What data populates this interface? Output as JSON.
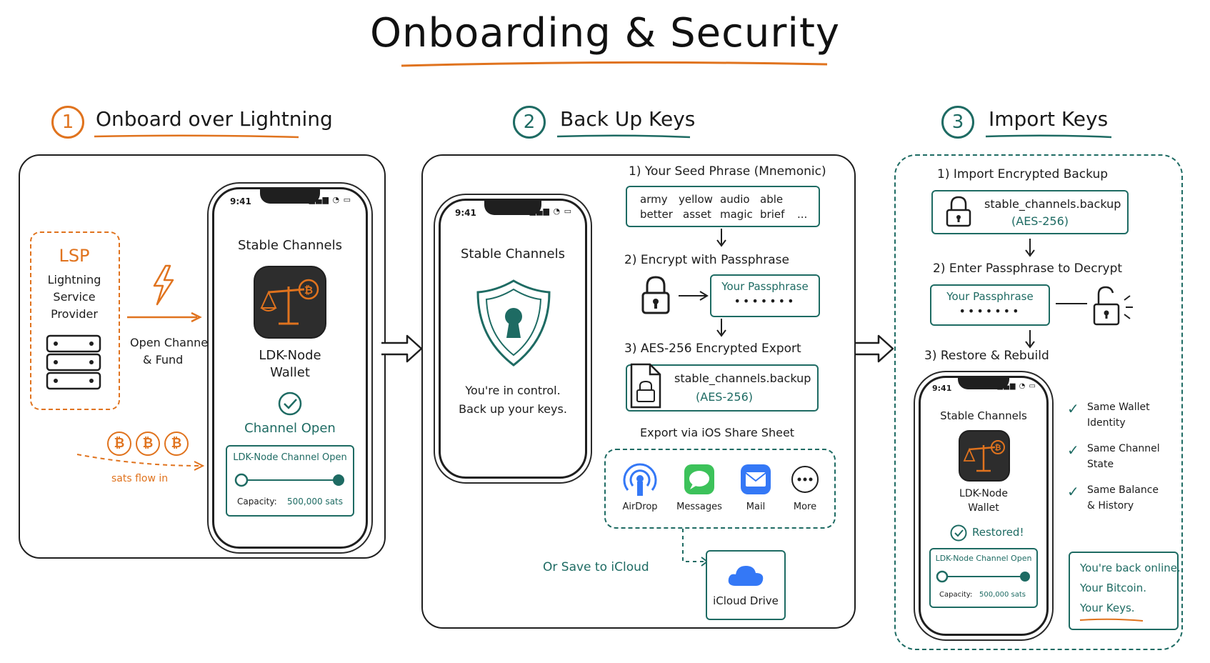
{
  "title": "Onboarding & Security",
  "colors": {
    "orange": "#e0731e",
    "teal": "#1e6b63",
    "ink": "#1c1c1c",
    "share_blue": "#3478f6",
    "share_green": "#3cc25a"
  },
  "sections": [
    {
      "number": "1",
      "title": "Onboard over Lightning"
    },
    {
      "number": "2",
      "title": "Back Up Keys"
    },
    {
      "number": "3",
      "title": "Import Keys"
    }
  ],
  "onboard": {
    "lsp_title": "LSP",
    "lsp_subtitle_1": "Lightning",
    "lsp_subtitle_2": "Service",
    "lsp_subtitle_3": "Provider",
    "open_channel_1": "Open Channel",
    "open_channel_2": "& Fund",
    "sats_flow": "sats flow in",
    "bitcoin_glyph": "₿",
    "phone": {
      "time": "9:41",
      "app_name": "Stable Channels",
      "wallet_line_1": "LDK-Node",
      "wallet_line_2": "Wallet",
      "status": "Channel Open",
      "card_title": "LDK-Node Channel Open",
      "capacity_label": "Capacity:",
      "capacity_value": "500,000 sats"
    }
  },
  "backup": {
    "phone": {
      "time": "9:41",
      "app_name": "Stable Channels",
      "message_1": "You're in control.",
      "message_2": "Back up your keys."
    },
    "step1": "1) Your Seed Phrase (Mnemonic)",
    "seed_words": [
      "army",
      "yellow",
      "audio",
      "able",
      "better",
      "asset",
      "magic",
      "brief",
      "..."
    ],
    "step2": "2) Encrypt with Passphrase",
    "passphrase_label": "Your Passphrase",
    "passphrase_dots": "•••••••",
    "step3": "3) AES-256 Encrypted Export",
    "backup_file": "stable_channels.backup",
    "backup_algo": "(AES-256)",
    "export_label": "Export via iOS Share Sheet",
    "share_targets": [
      {
        "icon": "airdrop-icon",
        "label": "AirDrop"
      },
      {
        "icon": "messages-icon",
        "label": "Messages"
      },
      {
        "icon": "mail-icon",
        "label": "Mail"
      },
      {
        "icon": "more-icon",
        "label": "More"
      }
    ],
    "icloud_label": "Or Save to iCloud",
    "icloud_drive": "iCloud Drive"
  },
  "import": {
    "step1": "1) Import Encrypted Backup",
    "backup_file": "stable_channels.backup",
    "backup_algo": "(AES-256)",
    "step2": "2) Enter Passphrase to Decrypt",
    "passphrase_label": "Your Passphrase",
    "passphrase_dots": "•••••••",
    "step3": "3) Restore & Rebuild",
    "phone": {
      "time": "9:41",
      "app_name": "Stable Channels",
      "wallet_line_1": "LDK-Node",
      "wallet_line_2": "Wallet",
      "status": "Restored!",
      "card_title": "LDK-Node Channel Open",
      "capacity_label": "Capacity:",
      "capacity_value": "500,000 sats"
    },
    "checks": [
      {
        "line1": "Same Wallet",
        "line2": "Identity"
      },
      {
        "line1": "Same Channel",
        "line2": "State"
      },
      {
        "line1": "Same Balance",
        "line2": "& History"
      }
    ],
    "check_glyph": "✓",
    "final_1": "You're back online.",
    "final_2": "Your Bitcoin.",
    "final_3": "Your Keys."
  }
}
